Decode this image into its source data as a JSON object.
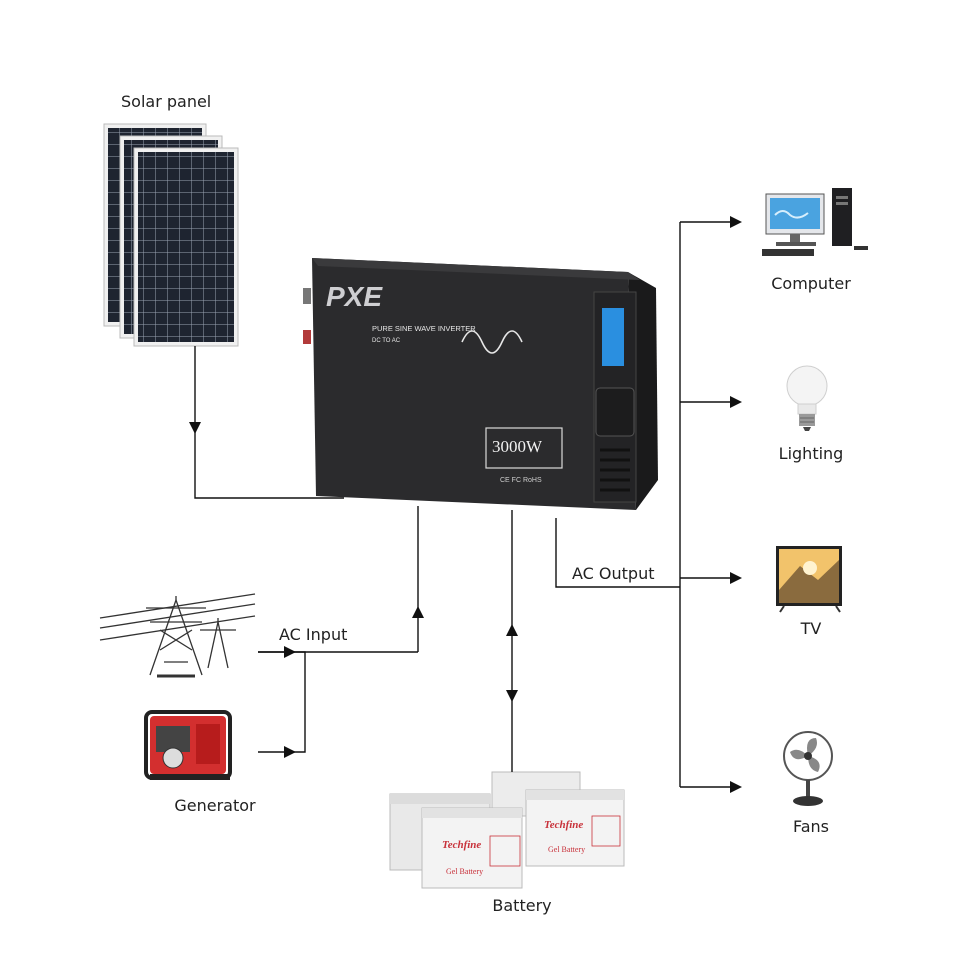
{
  "labels": {
    "solar_panel": "Solar panel",
    "ac_input": "AC Input",
    "generator": "Generator",
    "battery": "Battery",
    "ac_output": "AC Output",
    "computer": "Computer",
    "lighting": "Lighting",
    "tv": "TV",
    "fans": "Fans"
  },
  "inverter": {
    "brand": "PXE",
    "subtitle": "PURE SINE WAVE INVERTER",
    "subtitle2": "DC TO AC",
    "power": "3000W",
    "certs": "CE FC RoHS"
  },
  "battery_brand": "Techfine",
  "battery_type": "Gel Battery",
  "colors": {
    "line": "#111111",
    "inverter_body": "#2b2b2d",
    "battery_body": "#e9e9e9",
    "battery_accent": "#c8313a",
    "screen": "#2a8fe0"
  }
}
